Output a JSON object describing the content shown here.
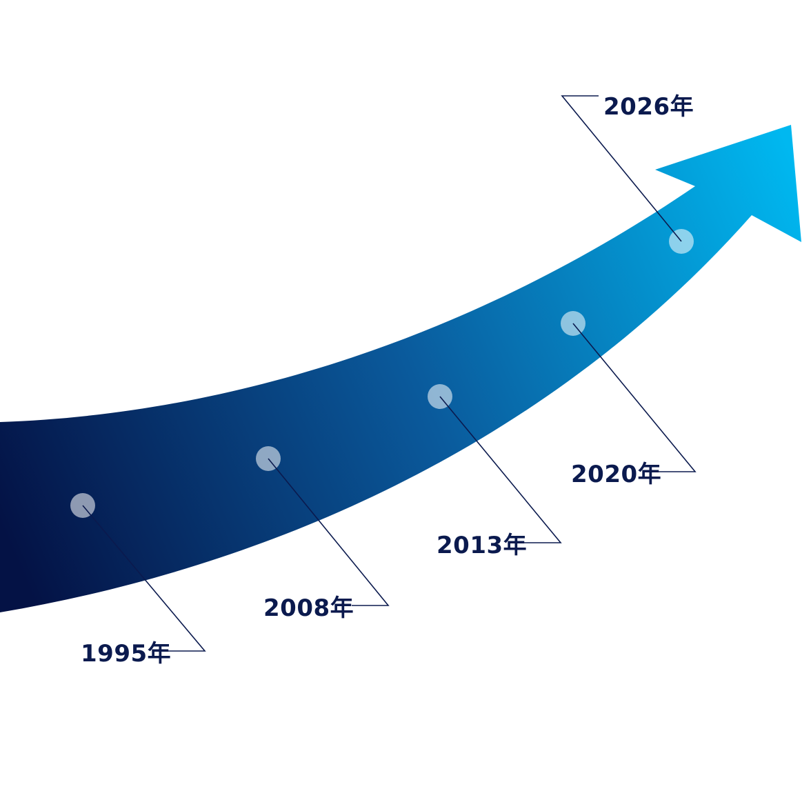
{
  "timeline": {
    "milestones": [
      {
        "label": "1995年"
      },
      {
        "label": "2008年"
      },
      {
        "label": "2013年"
      },
      {
        "label": "2020年"
      },
      {
        "label": "2026年"
      }
    ]
  },
  "colors": {
    "arrow_start": "#041245",
    "arrow_mid": "#0a5a9c",
    "arrow_end": "#00b8f0",
    "text": "#0b1a4e",
    "marker": "#ffffff"
  }
}
